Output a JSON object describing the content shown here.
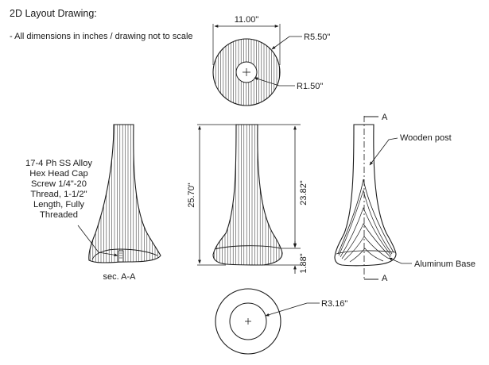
{
  "notes": {
    "title": "2D Layout Drawing:",
    "line": "- All dimensions in inches / drawing not to scale"
  },
  "top_view": {
    "width_dim": "11.00\"",
    "outer_radius": "R5.50\"",
    "inner_radius": "R1.50\""
  },
  "section_view": {
    "fastener_callout": [
      "17-4 Ph SS Alloy",
      "Hex Head Cap",
      "Screw 1/4\"-20",
      "Thread, 1-1/2\"",
      "Length, Fully",
      "Threaded"
    ],
    "label": "sec. A-A"
  },
  "front_view": {
    "overall_height": "25.70\"",
    "upper_height": "23.82\"",
    "base_height": "1.88\""
  },
  "side_view": {
    "section_mark_top": "A",
    "section_mark_bottom": "A",
    "wooden_post_label": "Wooden post",
    "base_label": "Aluminum Base"
  },
  "bottom_view": {
    "radius": "R3.16\""
  }
}
